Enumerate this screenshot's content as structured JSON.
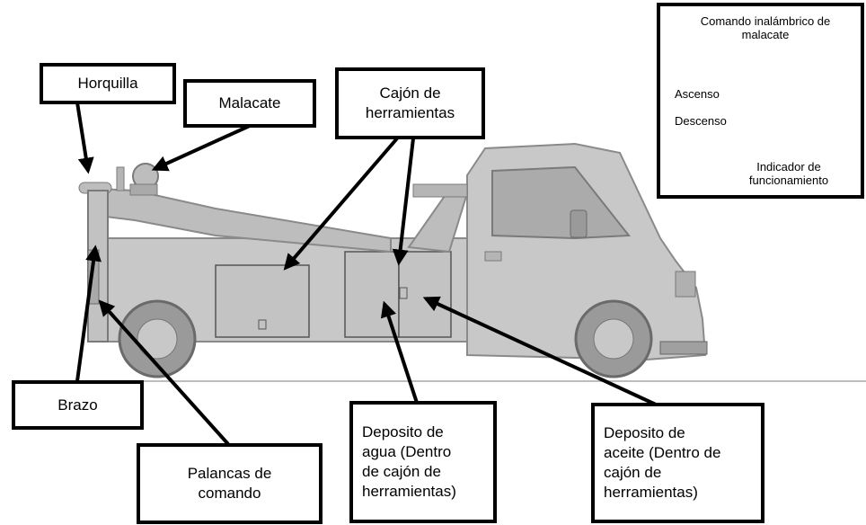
{
  "labels": {
    "horquilla": "Horquilla",
    "malacate": "Malacate",
    "cajon": "Cajón de\nherramientas",
    "brazo": "Brazo",
    "palancas": "Palancas de\ncomando",
    "deposito_agua": "Deposito de\nagua (Dentro\nde cajón de\nherramientas)",
    "deposito_aceite": "Deposito de\naceite (Dentro de\ncajón de\nherramientas)"
  },
  "remote": {
    "title": "Comando inalámbrico de\nmalacate",
    "ascenso": "Ascenso",
    "descenso": "Descenso",
    "indicador": "Indicador de\nfuncionamiento"
  },
  "colors": {
    "body": "#c8c8c8",
    "body_dark": "#a9a9a9",
    "line": "#000000"
  },
  "icons": [
    "tow-truck-illustration",
    "wireless-remote-icon"
  ]
}
